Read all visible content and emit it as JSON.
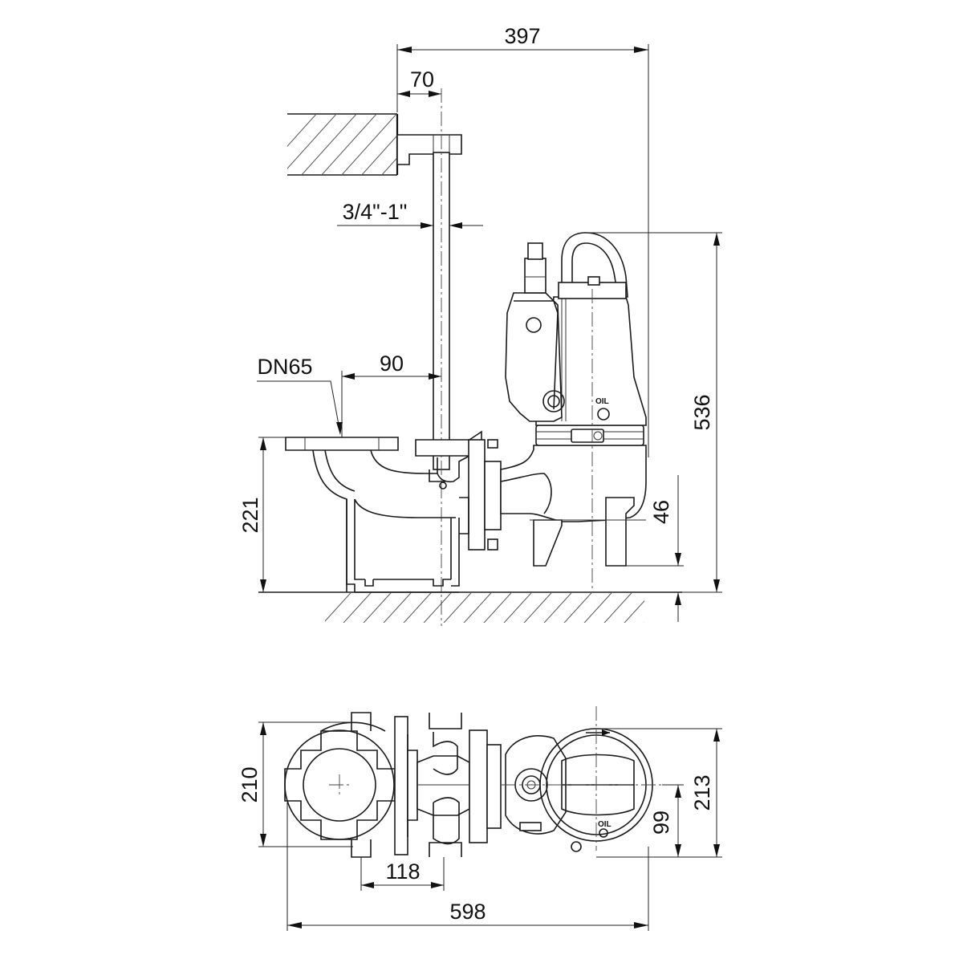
{
  "drawing": {
    "side_view": {
      "dim_overall_width": "397",
      "dim_bracket_offset": "70",
      "dim_guide_pipe": "3/4\"-1\"",
      "dim_outlet_nominal": "DN65",
      "dim_outlet_to_guide": "90",
      "dim_outlet_height": "221",
      "dim_total_height": "536",
      "dim_foot_clearance": "46",
      "label_oil": "OIL"
    },
    "top_view": {
      "dim_flange_width": "210",
      "dim_foot_spacing": "118",
      "dim_overall_length": "598",
      "dim_pump_width": "213",
      "dim_pump_offset": "99",
      "label_oil": "OIL"
    }
  }
}
